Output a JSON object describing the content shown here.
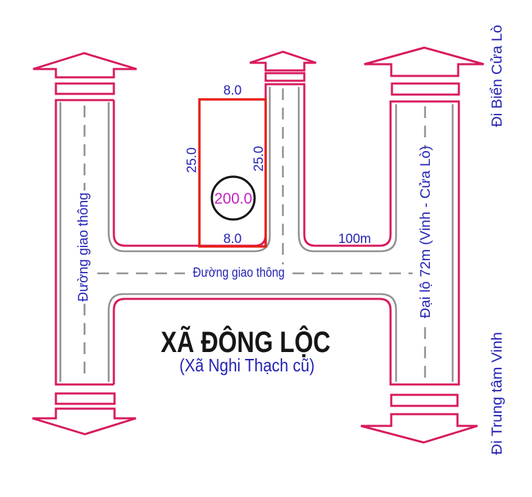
{
  "map": {
    "title": "XÃ ĐÔNG LỘC",
    "subtitle": "(Xã Nghi Thạch cũ)",
    "plot": {
      "top_width": "8.0",
      "bottom_width": "8.0",
      "left_depth": "25.0",
      "right_depth": "25.0",
      "area": "200.0"
    },
    "roads": {
      "left_road": "Đường giao thông",
      "cross_road": "Đường giao thông",
      "avenue": "Đại lộ 72m (Vinh - Cửa Lò)",
      "frontage_distance": "100m"
    },
    "directions": {
      "top_right": "Đi Biển Cửa Lò",
      "bottom_right": "Đi Trung tâm Vinh"
    },
    "colors": {
      "road": "#d8195e",
      "plot": "#e81d16",
      "inner": "#919191",
      "blue": "#2424b4",
      "magenta": "#c322c3",
      "black": "#161616"
    }
  }
}
